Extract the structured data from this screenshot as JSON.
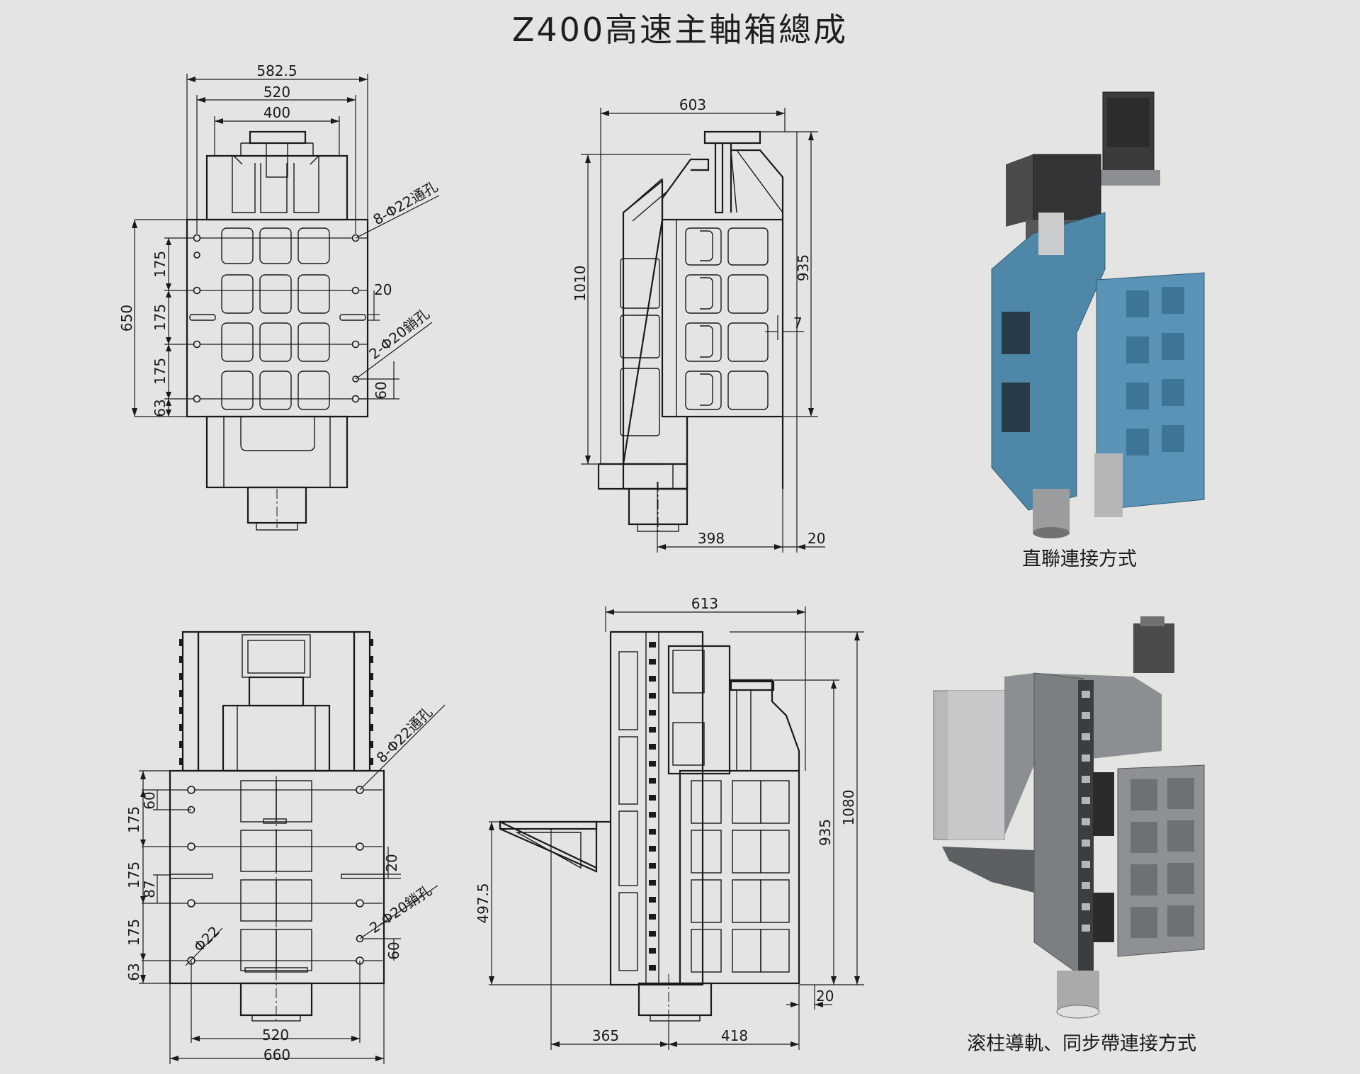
{
  "title": "Z400高速主軸箱總成",
  "top_left_view": {
    "dims": {
      "w_overall": "582.5",
      "w_mid": "520",
      "w_inner": "400",
      "h_overall": "650",
      "pitch_1": "175",
      "pitch_2": "175",
      "pitch_3": "175",
      "bottom": "63",
      "slot": "20",
      "pin_offset": "60"
    },
    "callouts": {
      "through_holes": "8-Φ22通孔",
      "pin_holes": "2-Φ20銷孔"
    }
  },
  "top_right_view": {
    "dims": {
      "width": "603",
      "height": "1010",
      "height_inner": "935",
      "gap": "7",
      "depth": "398",
      "offset": "20"
    }
  },
  "photo_top": {
    "caption": "直聯連接方式"
  },
  "bottom_left_view": {
    "dims": {
      "pin_offset_top": "60",
      "pitch_1": "175",
      "pitch_2": "175",
      "pitch_3": "175",
      "mid": "87",
      "bottom": "63",
      "slot": "20",
      "pin_offset": "60",
      "dia": "Φ22",
      "w_inner": "520",
      "w_overall": "660"
    },
    "callouts": {
      "through_holes": "8-Φ22通孔",
      "pin_holes": "2-Φ20銷孔"
    }
  },
  "bottom_right_view": {
    "dims": {
      "width": "613",
      "height": "1080",
      "height_inner": "935",
      "bracket": "497.5",
      "left": "365",
      "right": "418",
      "offset": "20"
    }
  },
  "photo_bottom": {
    "caption": "滚柱導軌、同步帶連接方式"
  },
  "colors": {
    "background": "#e4e4e2",
    "line": "#1a1a1a",
    "casting_blue": "#4f87a8",
    "machine_grey": "#8c8f92"
  }
}
